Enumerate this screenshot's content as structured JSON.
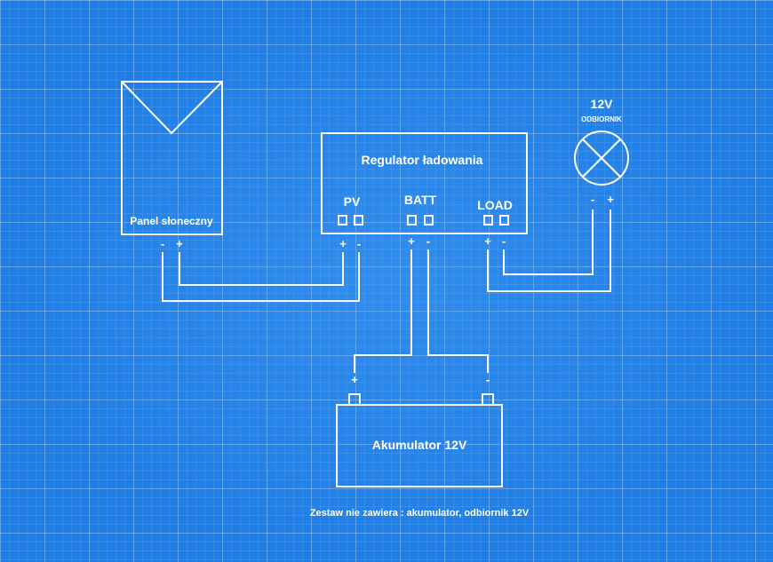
{
  "panel": {
    "label": "Panel słoneczny",
    "minus": "-",
    "plus": "+"
  },
  "controller": {
    "title": "Regulator ładowania",
    "pv": {
      "label": "PV",
      "plus": "+",
      "minus": "-"
    },
    "batt": {
      "label": "BATT",
      "plus": "+",
      "minus": "-"
    },
    "load": {
      "label": "LOAD",
      "plus": "+",
      "minus": "-"
    }
  },
  "load_device": {
    "voltage": "12V",
    "label": "ODBIORNIK",
    "minus": "-",
    "plus": "+"
  },
  "battery": {
    "label": "Akumulator 12V",
    "plus": "+",
    "minus": "-"
  },
  "footnote": "Zestaw nie zawiera : akumulator, odbiornik 12V",
  "colors": {
    "background": "#1f7ee6",
    "lines": "#ffffff"
  }
}
